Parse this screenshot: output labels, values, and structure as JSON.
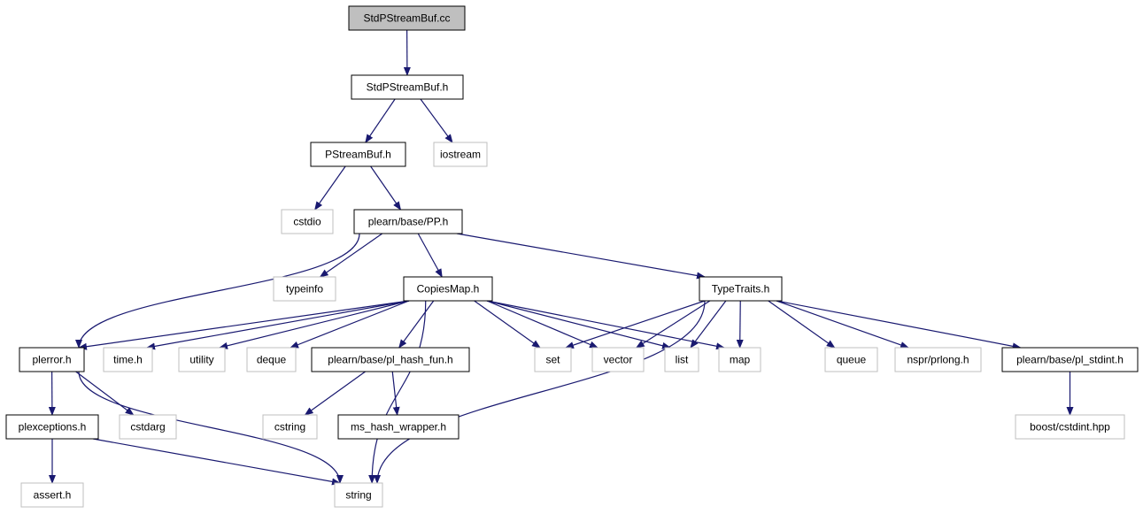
{
  "diagram": {
    "type": "include-dependency-graph",
    "edge_color": "#191970",
    "nodes": [
      {
        "id": "n0",
        "label": "StdPStreamBuf.cc",
        "kind": "root"
      },
      {
        "id": "n1",
        "label": "StdPStreamBuf.h",
        "kind": "documented"
      },
      {
        "id": "n2",
        "label": "PStreamBuf.h",
        "kind": "documented"
      },
      {
        "id": "n3",
        "label": "iostream",
        "kind": "external"
      },
      {
        "id": "n4",
        "label": "cstdio",
        "kind": "external"
      },
      {
        "id": "n5",
        "label": "plearn/base/PP.h",
        "kind": "documented"
      },
      {
        "id": "n6",
        "label": "typeinfo",
        "kind": "external"
      },
      {
        "id": "n7",
        "label": "CopiesMap.h",
        "kind": "documented"
      },
      {
        "id": "n8",
        "label": "TypeTraits.h",
        "kind": "documented"
      },
      {
        "id": "n9",
        "label": "plerror.h",
        "kind": "documented"
      },
      {
        "id": "n10",
        "label": "time.h",
        "kind": "external"
      },
      {
        "id": "n11",
        "label": "utility",
        "kind": "external"
      },
      {
        "id": "n12",
        "label": "deque",
        "kind": "external"
      },
      {
        "id": "n13",
        "label": "plearn/base/pl_hash_fun.h",
        "kind": "documented"
      },
      {
        "id": "n14",
        "label": "set",
        "kind": "external"
      },
      {
        "id": "n15",
        "label": "vector",
        "kind": "external"
      },
      {
        "id": "n16",
        "label": "list",
        "kind": "external"
      },
      {
        "id": "n17",
        "label": "map",
        "kind": "external"
      },
      {
        "id": "n18",
        "label": "queue",
        "kind": "external"
      },
      {
        "id": "n19",
        "label": "nspr/prlong.h",
        "kind": "external"
      },
      {
        "id": "n20",
        "label": "plearn/base/pl_stdint.h",
        "kind": "documented"
      },
      {
        "id": "n21",
        "label": "plexceptions.h",
        "kind": "documented"
      },
      {
        "id": "n22",
        "label": "cstdarg",
        "kind": "external"
      },
      {
        "id": "n23",
        "label": "cstring",
        "kind": "external"
      },
      {
        "id": "n24",
        "label": "ms_hash_wrapper.h",
        "kind": "documented"
      },
      {
        "id": "n25",
        "label": "boost/cstdint.hpp",
        "kind": "external"
      },
      {
        "id": "n26",
        "label": "assert.h",
        "kind": "external"
      },
      {
        "id": "n27",
        "label": "string",
        "kind": "external"
      }
    ],
    "edges": [
      [
        "n0",
        "n1"
      ],
      [
        "n1",
        "n2"
      ],
      [
        "n1",
        "n3"
      ],
      [
        "n2",
        "n4"
      ],
      [
        "n2",
        "n5"
      ],
      [
        "n5",
        "n6"
      ],
      [
        "n5",
        "n7"
      ],
      [
        "n5",
        "n8"
      ],
      [
        "n5",
        "n9"
      ],
      [
        "n7",
        "n9"
      ],
      [
        "n7",
        "n10"
      ],
      [
        "n7",
        "n11"
      ],
      [
        "n7",
        "n12"
      ],
      [
        "n7",
        "n13"
      ],
      [
        "n7",
        "n14"
      ],
      [
        "n7",
        "n15"
      ],
      [
        "n7",
        "n16"
      ],
      [
        "n7",
        "n17"
      ],
      [
        "n7",
        "n27"
      ],
      [
        "n8",
        "n14"
      ],
      [
        "n8",
        "n15"
      ],
      [
        "n8",
        "n16"
      ],
      [
        "n8",
        "n17"
      ],
      [
        "n8",
        "n18"
      ],
      [
        "n8",
        "n19"
      ],
      [
        "n8",
        "n20"
      ],
      [
        "n8",
        "n27"
      ],
      [
        "n9",
        "n21"
      ],
      [
        "n9",
        "n22"
      ],
      [
        "n9",
        "n27"
      ],
      [
        "n13",
        "n23"
      ],
      [
        "n13",
        "n24"
      ],
      [
        "n20",
        "n25"
      ],
      [
        "n21",
        "n26"
      ],
      [
        "n21",
        "n27"
      ]
    ]
  }
}
